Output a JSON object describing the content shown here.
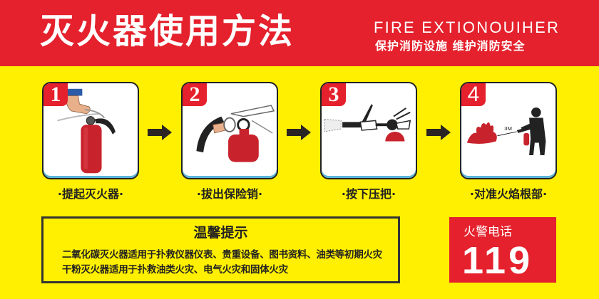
{
  "header": {
    "title": "灭火器使用方法",
    "subtitle_en": "FIRE EXTIONOUIHER",
    "subtitle_cn": "保护消防设施  维护消防安全"
  },
  "steps": [
    {
      "number": "1",
      "label": "·提起灭火器·",
      "illustration": "hand-lifting-extinguisher"
    },
    {
      "number": "2",
      "label": "·拔出保险销·",
      "illustration": "pulling-safety-pin"
    },
    {
      "number": "3",
      "label": "·按下压把·",
      "illustration": "pressing-handle-spraying"
    },
    {
      "number": "4",
      "label": "·对准火焰根部·",
      "illustration": "aiming-at-fire-base",
      "distance_label": "3M"
    }
  ],
  "tips": {
    "title": "温馨提示",
    "lines": [
      "二氧化碳灭火器适用于扑救仪器仪表、贵重设备、图书资料、油类等初期火灾",
      "干粉灭火器适用于扑救油类火灾、电气火灾和固体火灾"
    ]
  },
  "hotline": {
    "label": "火警电话",
    "number": "119"
  },
  "colors": {
    "red": "#E4212C",
    "yellow": "#FFEF00",
    "dark": "#222222",
    "extinguisher_red": "#C8232C"
  }
}
